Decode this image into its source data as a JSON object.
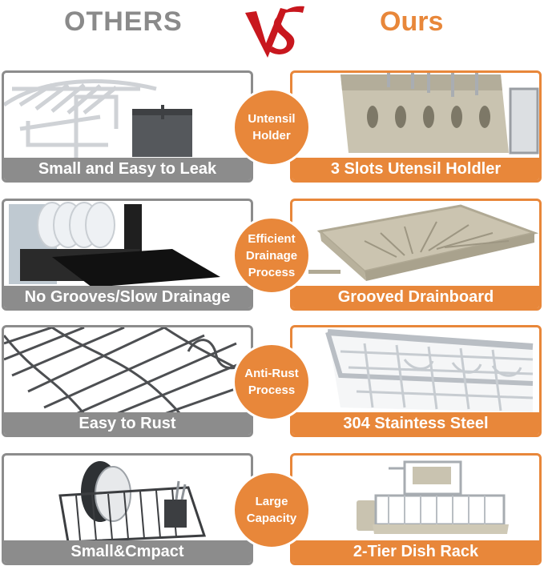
{
  "header": {
    "others": "OTHERS",
    "vs": "VS",
    "ours": "Ours"
  },
  "colors": {
    "accent": "#e8873a",
    "grey": "#8c8c8c",
    "vs_red": "#c8171e"
  },
  "rows": [
    {
      "others_caption": "Small and Easy to Leak",
      "feature": "Untensil\nHolder",
      "ours_caption": "3 Slots Utensil Holdler"
    },
    {
      "others_caption": "No Grooves/Slow Drainage",
      "feature": "Efficient\nDrainage\nProcess",
      "ours_caption": "Grooved Drainboard"
    },
    {
      "others_caption": "Easy to Rust",
      "feature": "Anti-Rust\nProcess",
      "ours_caption": "304 Staintess Steel"
    },
    {
      "others_caption": "Small&Cmpact",
      "feature": "Large\nCapacity",
      "ours_caption": "2-Tier Dish Rack"
    }
  ]
}
